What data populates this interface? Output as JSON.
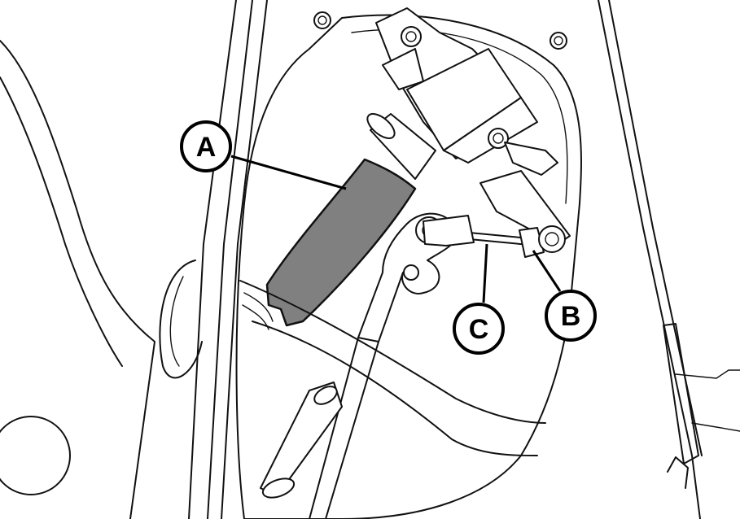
{
  "callouts": [
    {
      "id": "A",
      "label": "A"
    },
    {
      "id": "B",
      "label": "B"
    },
    {
      "id": "C",
      "label": "C"
    }
  ],
  "colors": {
    "line": "#111111",
    "hose_fill": "#808080",
    "background": "#ffffff"
  }
}
